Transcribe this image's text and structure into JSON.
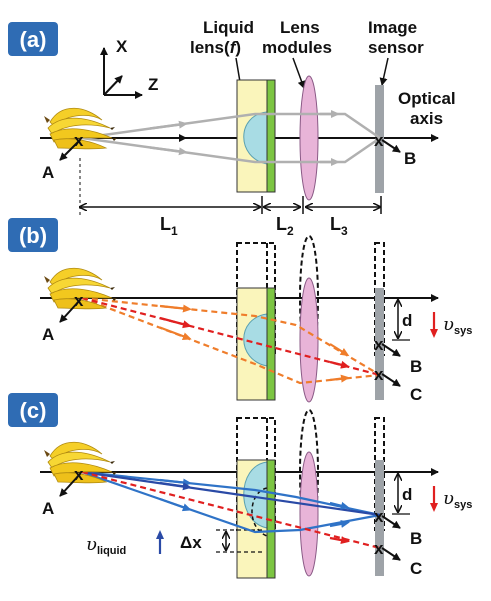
{
  "colors": {
    "panel_badge": "#2f6cb4",
    "banana_yellow": "#f5cf28",
    "liquid_lens_body": "#faf5bb",
    "lens_fluid": "#a8dce4",
    "green_plate": "#7cc542",
    "lens_module": "#e8b4d8",
    "sensor": "#9ea3a8",
    "ray_gray": "#b0b0b0",
    "ray_orange": "#ef7d2b",
    "ray_red": "#e02020",
    "ray_blue": "#2f73c7",
    "ray_dark_blue": "#2a4aa6"
  },
  "panels": {
    "a": {
      "label": "(a)"
    },
    "b": {
      "label": "(b)"
    },
    "c": {
      "label": "(c)"
    }
  },
  "axes": {
    "x": "X",
    "z": "Z"
  },
  "labels": {
    "liquid_lens": "Liquid",
    "liquid_lens_f_pre": "lens(",
    "liquid_lens_f": "f",
    "liquid_lens_f_post": ")",
    "lens_modules_line1": "Lens",
    "lens_modules_line2": "modules",
    "image_sensor_line1": "Image",
    "image_sensor_line2": "sensor",
    "optical_axis_line1": "Optical",
    "optical_axis_line2": "axis",
    "point_A": "A",
    "point_B": "B",
    "point_C": "C",
    "L1": "L",
    "L1_sub": "1",
    "L2": "L",
    "L2_sub": "2",
    "L3": "L",
    "L3_sub": "3",
    "d": "d",
    "v_sys": "υ",
    "v_sys_sub": "sys",
    "v_liquid": "υ",
    "v_liquid_sub": "liquid",
    "delta_x": "Δx"
  },
  "icons": [
    "banana-icon",
    "arrow-icon"
  ]
}
